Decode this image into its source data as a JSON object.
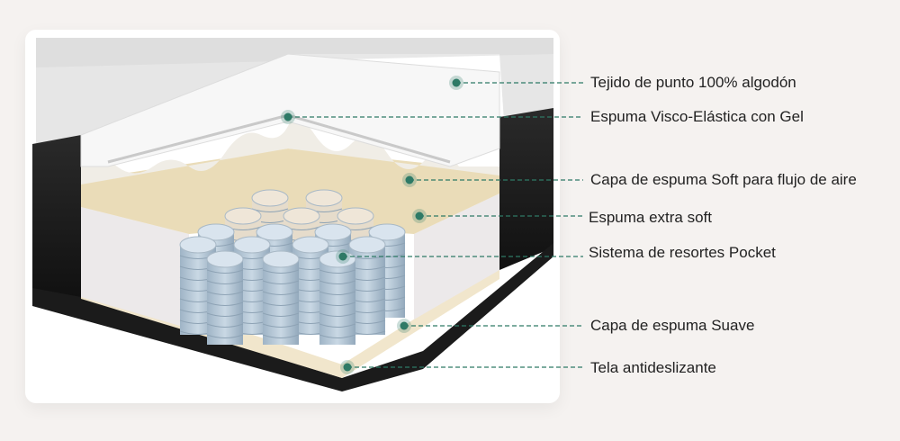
{
  "labels": [
    {
      "text": "Tejido de punto 100% algodón"
    },
    {
      "text": "Espuma Visco-Elástica con Gel"
    },
    {
      "text": "Capa de espuma Soft para flujo de aire"
    },
    {
      "text": "Espuma extra soft"
    },
    {
      "text": "Sistema de resortes Pocket"
    },
    {
      "text": "Capa de espuma Suave"
    },
    {
      "text": "Tela antideslizante"
    }
  ],
  "colors": {
    "callout": "#2e7a66",
    "background": "#f5f2f0",
    "text": "#222222"
  }
}
